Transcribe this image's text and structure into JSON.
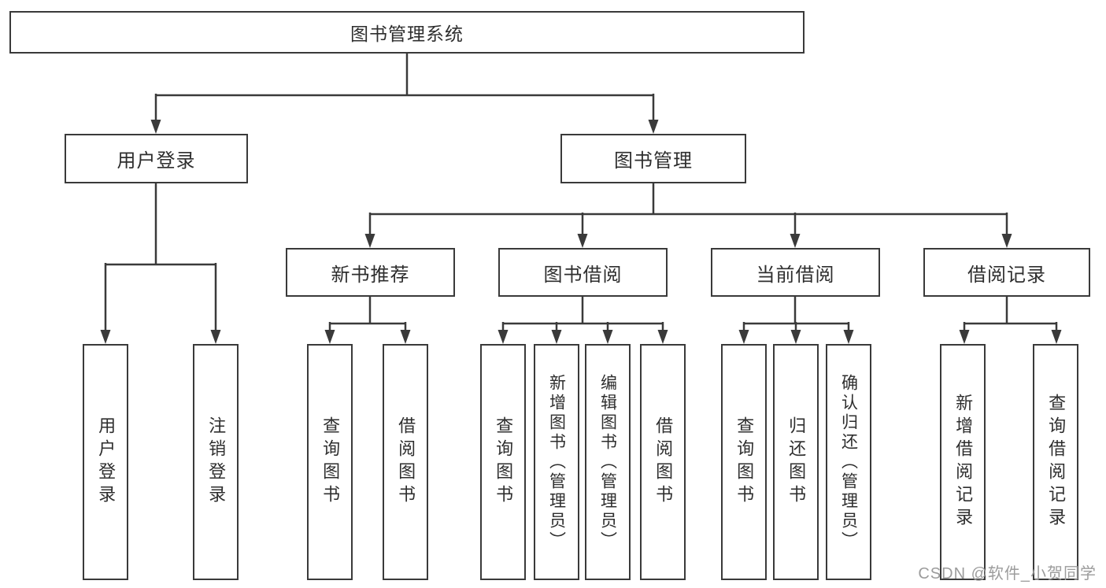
{
  "diagram": {
    "root": {
      "label": "图书管理系统"
    },
    "branches": {
      "user_login": {
        "label": "用户登录",
        "children": {
          "login": {
            "label": "用户登录"
          },
          "logout": {
            "label": "注销登录"
          }
        }
      },
      "book_management": {
        "label": "图书管理",
        "children": {
          "new_book_recommend": {
            "label": "新书推荐",
            "children": {
              "query_books": {
                "label": "查询图书"
              },
              "borrow_books": {
                "label": "借阅图书"
              }
            }
          },
          "book_borrowing": {
            "label": "图书借阅",
            "children": {
              "query_books": {
                "label": "查询图书"
              },
              "add_books": {
                "label": "新增图书（管理员）"
              },
              "edit_books": {
                "label": "编辑图书（管理员）"
              },
              "borrow_books": {
                "label": "借阅图书"
              }
            }
          },
          "current_borrowing": {
            "label": "当前借阅",
            "children": {
              "query_books": {
                "label": "查询图书"
              },
              "return_books": {
                "label": "归还图书"
              },
              "confirm_return": {
                "label": "确认归还（管理员）"
              }
            }
          },
          "borrowing_records": {
            "label": "借阅记录",
            "children": {
              "add_record": {
                "label": "新增借阅记录"
              },
              "query_record": {
                "label": "查询借阅记录"
              }
            }
          }
        }
      }
    }
  },
  "watermark": {
    "text": "CSDN @软件_小贺同学"
  },
  "colors": {
    "box_border": "#3a3a3a",
    "connector_line": "#3a3a3a",
    "text": "#2e2e2e",
    "background": "#ffffff",
    "watermark_text": "#9c9c9c"
  }
}
